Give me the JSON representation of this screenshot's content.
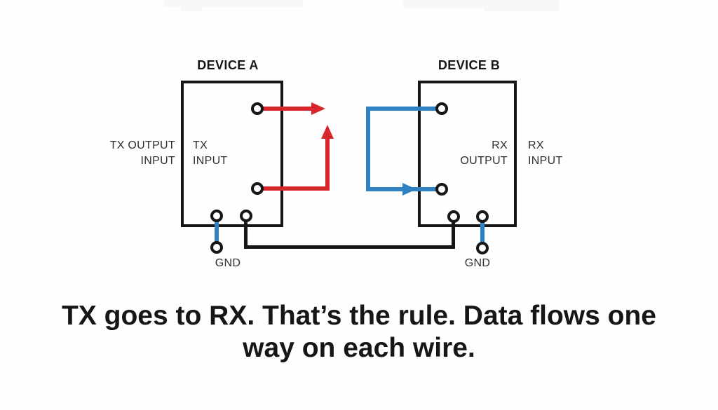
{
  "diagram": {
    "device_a": {
      "title": "DEVICE A",
      "outer_label": [
        "TX OUTPUT",
        "INPUT"
      ],
      "inner_label": [
        "TX",
        "INPUT"
      ],
      "gnd_label": "GND"
    },
    "device_b": {
      "title": "DEVICE B",
      "inner_label": [
        "RX",
        "OUTPUT"
      ],
      "outer_label": [
        "RX",
        "INPUT"
      ],
      "gnd_label": "GND"
    },
    "colors": {
      "red": "#d9262c",
      "blue": "#2f81c4",
      "ink": "#161616",
      "label": "#2e2e2e",
      "faint": "#f8f8f8"
    }
  },
  "caption": {
    "line1": "TX goes to RX. That’s the rule. Data flows one",
    "line2": "way on each wire."
  }
}
